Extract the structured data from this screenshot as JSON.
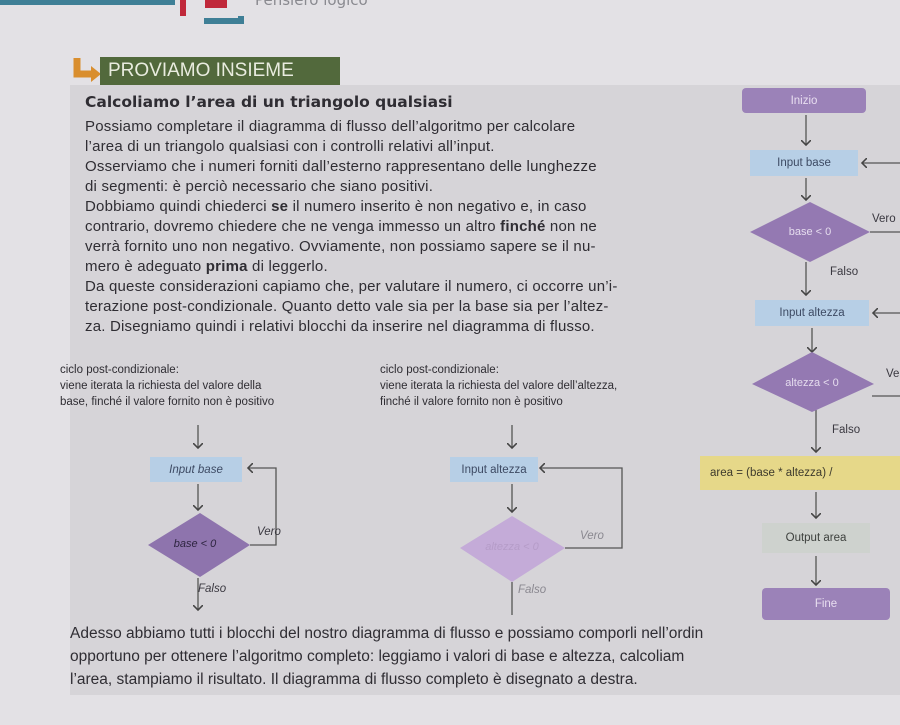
{
  "page_header": "Pensiero logico",
  "section_label": "PROVIAMO INSIEME",
  "title": "Calcoliamo l’area di un triangolo qualsiasi",
  "lines": [
    {
      "pre": "Possiamo completare il diagramma di flusso dell’algoritmo per calcolare",
      "bold": "",
      "post": ""
    },
    {
      "pre": "l’area di un triangolo qualsiasi con i controlli relativi all’input.",
      "bold": "",
      "post": ""
    },
    {
      "pre": "Osserviamo che i numeri forniti dall’esterno rappresentano delle lunghezze",
      "bold": "",
      "post": ""
    },
    {
      "pre": "di segmenti: è perciò necessario che siano positivi.",
      "bold": "",
      "post": ""
    },
    {
      "pre": "Dobbiamo quindi chiederci ",
      "bold": "se",
      "post": " il numero inserito è non negativo e, in caso"
    },
    {
      "pre": "contrario, dovremo chiedere che ne venga immesso un altro ",
      "bold": "finché",
      "post": " non ne"
    },
    {
      "pre": "verrà fornito uno non negativo. Ovviamente, non possiamo sapere se il nu-",
      "bold": "",
      "post": ""
    },
    {
      "pre": "mero è adeguato ",
      "bold": "prima",
      "post": " di leggerlo."
    },
    {
      "pre": "Da queste considerazioni capiamo che, per valutare il numero, ci occorre un’i-",
      "bold": "",
      "post": ""
    },
    {
      "pre": "terazione post-condizionale. Quanto detto vale sia per la base sia per l’altez-",
      "bold": "",
      "post": ""
    },
    {
      "pre": "za. Disegniamo quindi i relativi blocchi da inserire nel diagramma di flusso.",
      "bold": "",
      "post": ""
    }
  ],
  "left_diagram": {
    "caption": [
      "ciclo post-condizionale:",
      "viene iterata la richiesta del valore della",
      "base, finché il valore fornito non è positivo"
    ],
    "input": "Input base",
    "condition": "base < 0",
    "true_label": "Vero",
    "false_label": "Falso"
  },
  "middle_diagram": {
    "caption": [
      "ciclo post-condizionale:",
      "viene iterata la richiesta del valore dell’altezza,",
      "finché il valore fornito non è positivo"
    ],
    "input": "Input altezza",
    "condition": "altezza < 0",
    "true_label": "Vero",
    "false_label": "Falso"
  },
  "full_diagram": {
    "start": "Inizio",
    "input_base": "Input base",
    "cond_base": "base < 0",
    "true1": "Vero",
    "false1": "Falso",
    "input_altezza": "Input altezza",
    "cond_altezza": "altezza < 0",
    "true2": "Ve",
    "false2": "Falso",
    "compute": "area = (base * altezza) /",
    "output": "Output area",
    "end": "Fine"
  },
  "bottom_lines": [
    "Adesso abbiamo tutti i blocchi del nostro diagramma di flusso e possiamo comporli nell’ordin",
    "opportuno per ottenere l’algoritmo completo: leggiamo i valori di base e altezza, calcoliam",
    "l’area, stampiamo il risultato. Il diagramma di flusso completo è disegnato a destra."
  ],
  "colors": {
    "header": "#52693c",
    "purple": "#9b82b8",
    "blue": "#b7cfe6",
    "yellow": "#e6d889"
  }
}
